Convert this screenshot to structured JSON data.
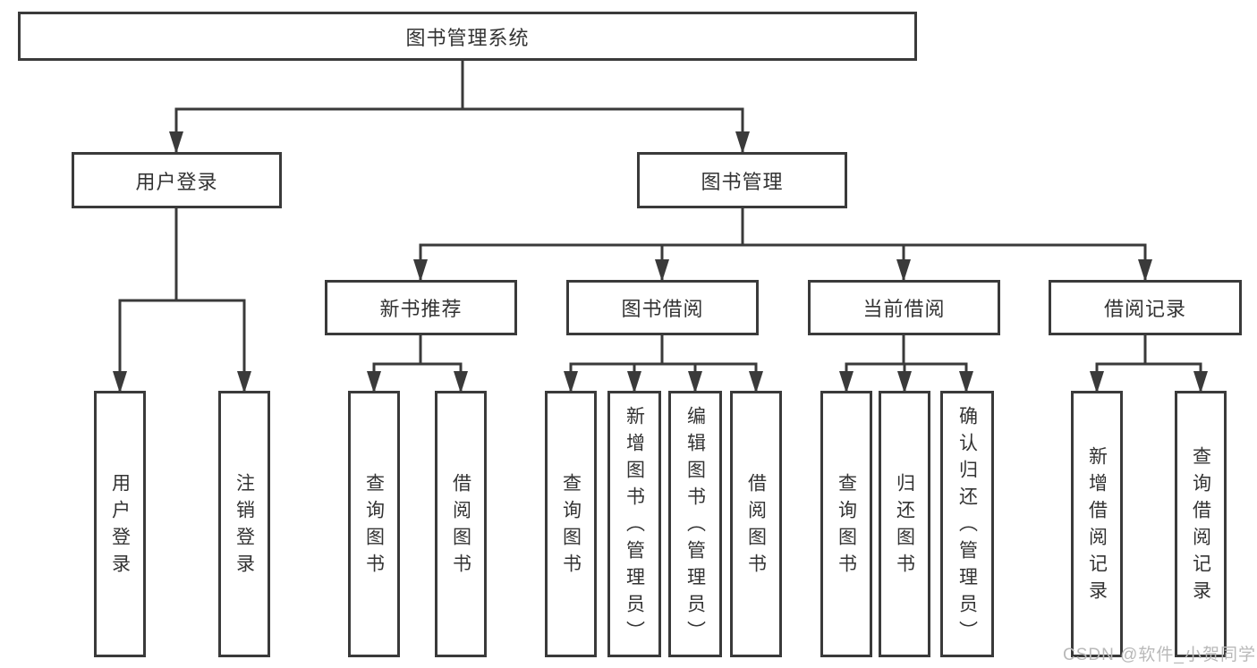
{
  "tree": {
    "root": {
      "label": "图书管理系统"
    },
    "level2": [
      {
        "label": "用户登录",
        "children": [
          "用户登录",
          "注销登录"
        ]
      },
      {
        "label": "图书管理"
      }
    ],
    "level3": [
      {
        "label": "新书推荐",
        "children": [
          "查询图书",
          "借阅图书"
        ]
      },
      {
        "label": "图书借阅",
        "children": [
          "查询图书",
          "新增图书（管理员）",
          "编辑图书（管理员）",
          "借阅图书"
        ]
      },
      {
        "label": "当前借阅",
        "children": [
          "查询图书",
          "归还图书",
          "确认归还（管理员）"
        ]
      },
      {
        "label": "借阅记录",
        "children": [
          "新增借阅记录",
          "查询借阅记录"
        ]
      }
    ]
  },
  "watermark": "CSDN @软件_小贺同学",
  "colors": {
    "line": "#3a3a3a",
    "text": "#333333",
    "watermark": "#b9b9b9",
    "background": "#ffffff"
  }
}
